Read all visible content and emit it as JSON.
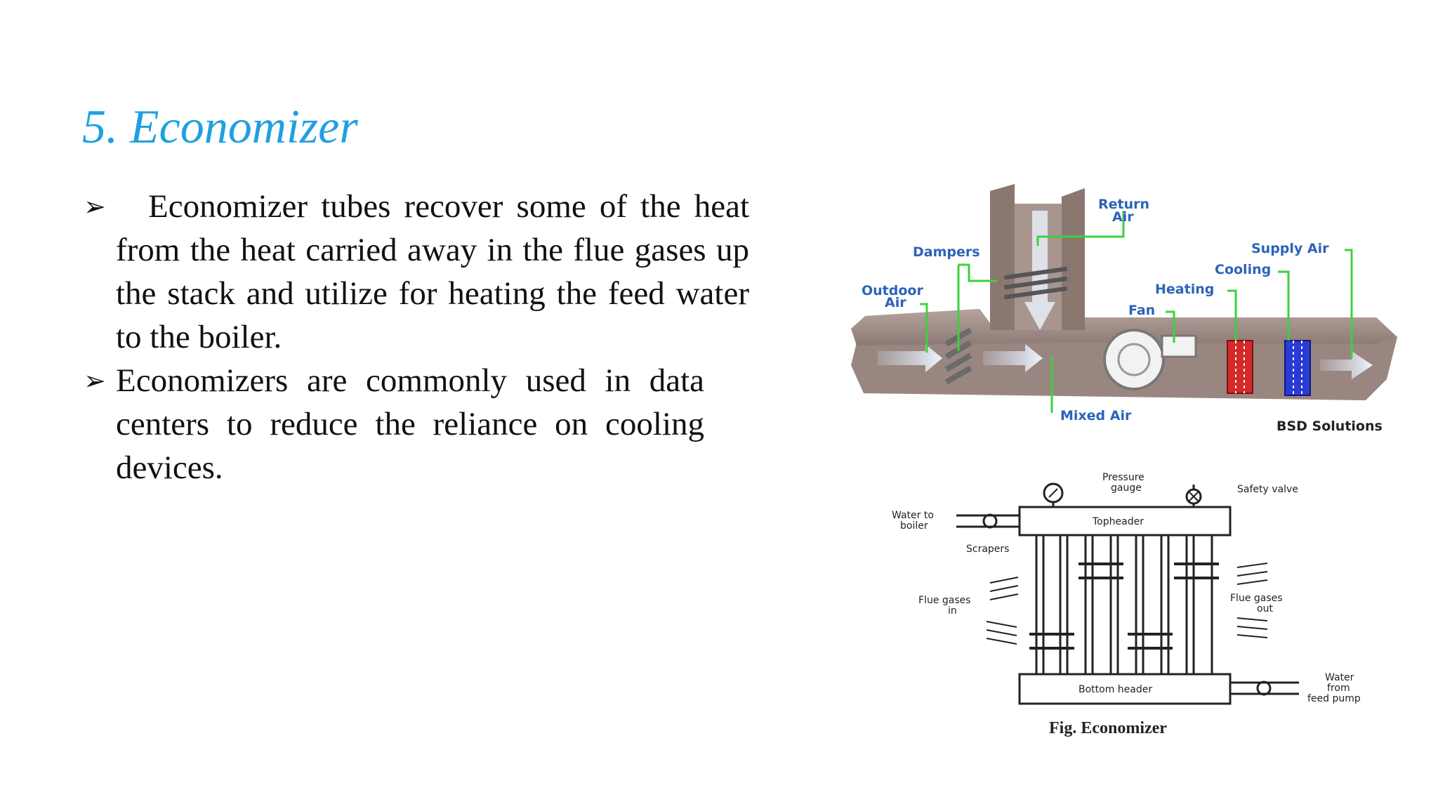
{
  "slide": {
    "title": "5. Economizer",
    "bullets": [
      {
        "lead": "Economizer",
        "text": "tubes recover some of the heat from the heat carried away in the flue gases up the stack and utilize for heating the feed water to the boiler."
      },
      {
        "lead": "",
        "text": "Economizers are commonly used in data centers to reduce the reliance on cooling devices."
      }
    ]
  },
  "hvac_diagram": {
    "labels": {
      "return_air_1": "Return",
      "return_air_2": "Air",
      "dampers": "Dampers",
      "outdoor_air_1": "Outdoor",
      "outdoor_air_2": "Air",
      "supply_air": "Supply Air",
      "cooling": "Cooling",
      "heating": "Heating",
      "fan": "Fan",
      "mixed_air": "Mixed Air"
    },
    "credit": "BSD Solutions",
    "colors": {
      "duct": "#9a8680",
      "label": "#2b63b8",
      "leader": "#3ed13e",
      "heating": "#d42a2a",
      "cooling": "#2a3ad4"
    }
  },
  "economizer_diagram": {
    "labels": {
      "pressure_gauge_1": "Pressure",
      "pressure_gauge_2": "gauge",
      "safety_valve": "Safety valve",
      "water_to_boiler_1": "Water to",
      "water_to_boiler_2": "boiler",
      "top_header": "Topheader",
      "scrapers": "Scrapers",
      "flue_gases_in_1": "Flue gases",
      "flue_gases_in_2": "in",
      "flue_gases_out_1": "Flue gases",
      "flue_gases_out_2": "out",
      "water_from_pump_1": "Water",
      "water_from_pump_2": "from",
      "water_from_pump_3": "feed pump",
      "bottom_header": "Bottom header"
    },
    "caption": "Fig. Economizer"
  }
}
